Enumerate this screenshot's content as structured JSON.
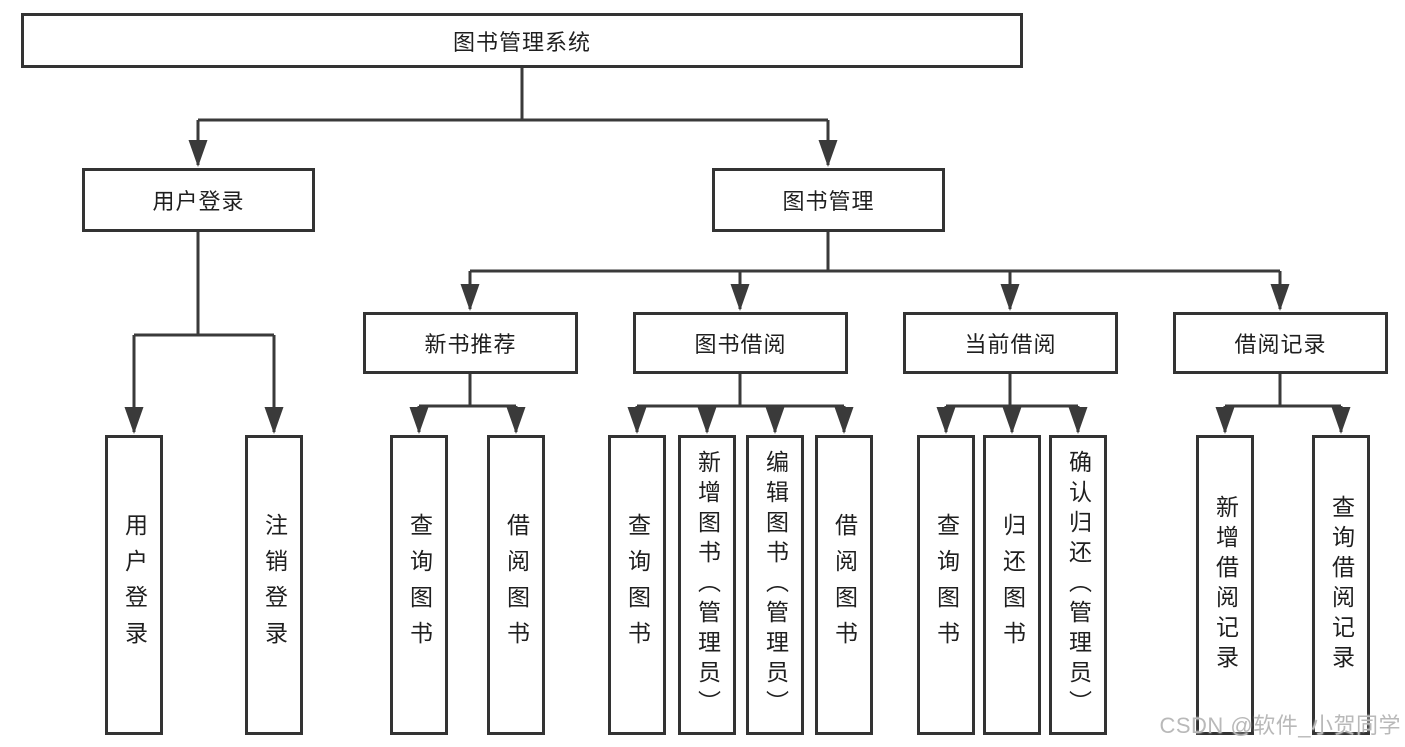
{
  "diagram": {
    "type": "tree",
    "root": "图书管理系统",
    "level2": [
      "用户登录",
      "图书管理"
    ],
    "level3": [
      "新书推荐",
      "图书借阅",
      "当前借阅",
      "借阅记录"
    ],
    "leaves_login": [
      "用户登录",
      "注销登录"
    ],
    "leaves_recommend": [
      "查询图书",
      "借阅图书"
    ],
    "leaves_borrow": [
      "查询图书",
      "新增图书（管理员）",
      "编辑图书（管理员）",
      "借阅图书"
    ],
    "leaves_current": [
      "查询图书",
      "归还图书",
      "确认归还（管理员）"
    ],
    "leaves_records": [
      "新增借阅记录",
      "查询借阅记录"
    ],
    "hierarchy": {
      "图书管理系统": {
        "用户登录": [
          "用户登录",
          "注销登录"
        ],
        "图书管理": {
          "新书推荐": [
            "查询图书",
            "借阅图书"
          ],
          "图书借阅": [
            "查询图书",
            "新增图书（管理员）",
            "编辑图书（管理员）",
            "借阅图书"
          ],
          "当前借阅": [
            "查询图书",
            "归还图书",
            "确认归还（管理员）"
          ],
          "借阅记录": [
            "新增借阅记录",
            "查询借阅记录"
          ]
        }
      }
    },
    "colors": {
      "line": "#3a3a3a",
      "box_border": "#333333",
      "text": "#1f1f1f",
      "watermark": "#b9b9b9",
      "background": "#ffffff"
    }
  },
  "watermark": "CSDN @软件_小贺同学"
}
